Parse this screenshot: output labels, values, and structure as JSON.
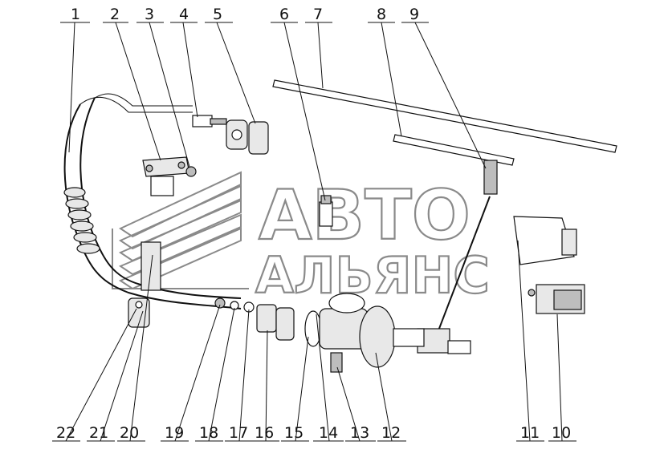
{
  "watermark": {
    "line1": "АВТО",
    "line2": "АЛЬЯНС"
  },
  "labels": {
    "top": [
      "1",
      "2",
      "3",
      "4",
      "5",
      "6",
      "7",
      "8",
      "9"
    ],
    "bottom": [
      "22",
      "21",
      "20",
      "19",
      "18",
      "17",
      "16",
      "15",
      "14",
      "13",
      "12",
      "11",
      "10"
    ]
  }
}
